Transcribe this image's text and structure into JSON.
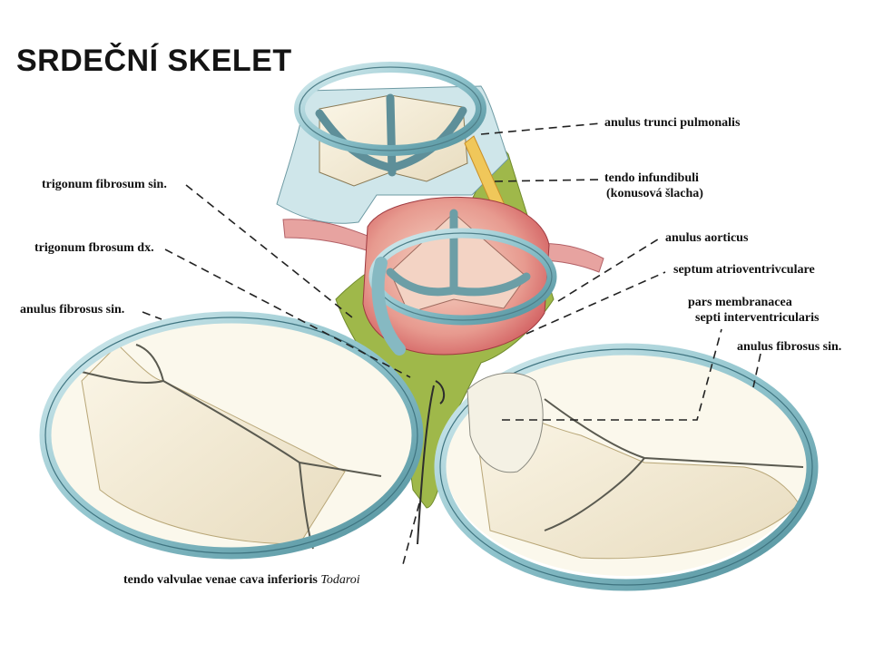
{
  "title": "SRDEČNÍ SKELET",
  "labels": {
    "anulus_trunci_pulmonalis": "anulus trunci pulmonalis",
    "tendo_infundibuli": "tendo infundibuli",
    "konusova_slacha": "(konusová šlacha)",
    "trigonum_fibrosum_sin": "trigonum fibrosum sin.",
    "trigonum_fibrosum_dx": "trigonum fbrosum dx.",
    "anulus_aorticus": "anulus aorticus",
    "septum_atrioventriculare": "septum atrioventrivculare",
    "anulus_fibrosus_sin_left": "anulus fibrosus sin.",
    "pars_membranacea": "pars membranacea",
    "septi_interventricularis": "septi interventricularis",
    "anulus_fibrosus_sin_right": "anulus fibrosus sin.",
    "tendo_valvulae": "tendo valvulae venae cava inferioris",
    "todaroi": "Todaroi"
  }
}
